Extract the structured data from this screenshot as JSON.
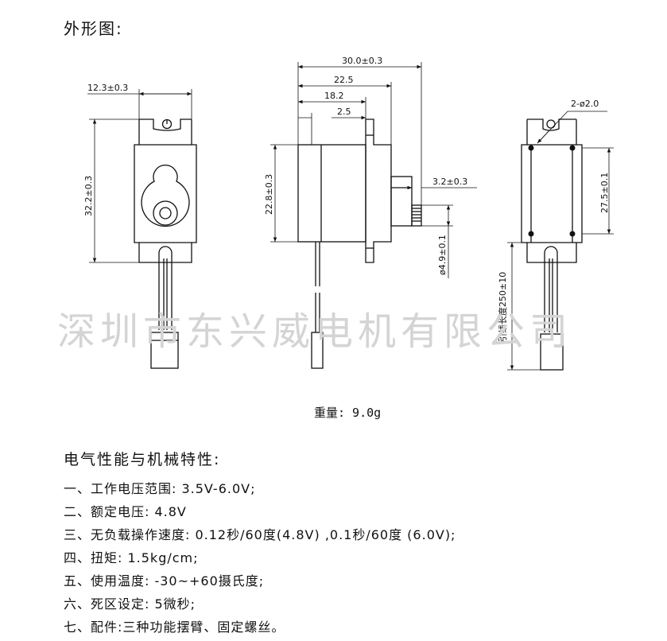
{
  "title": "外形图:",
  "dimensions": {
    "left_width": "12.3±0.3",
    "left_height": "32.2±0.3",
    "overall_length": "30.0±0.3",
    "length_22_5": "22.5",
    "length_18_2": "18.2",
    "length_2_5": "2.5",
    "body_height": "22.8±0.3",
    "shaft_protrusion": "3.2±0.3",
    "shaft_diameter": "ø4.9±0.1",
    "hole_spec": "2-ø2.0",
    "hole_spacing": "27.5±0.1",
    "lead_length": "引线长度250±10"
  },
  "watermark": "深圳市东兴威电机有限公司",
  "weight": "重量: 9.0g",
  "section_title": "电气性能与机械特性:",
  "specs": [
    "一、工作电压范围: 3.5V-6.0V;",
    "二、额定电压: 4.8V",
    "三、无负载操作速度: 0.12秒/60度(4.8V) ,0.1秒/60度 (6.0V);",
    "四、扭矩: 1.5kg/cm;",
    "五、使用温度: -30~+60摄氏度;",
    "六、死区设定: 5微秒;",
    "七、配件:三种功能摆臂、固定螺丝。"
  ],
  "colors": {
    "line": "#111111",
    "watermark": "#d4d4d4",
    "background": "#ffffff"
  }
}
